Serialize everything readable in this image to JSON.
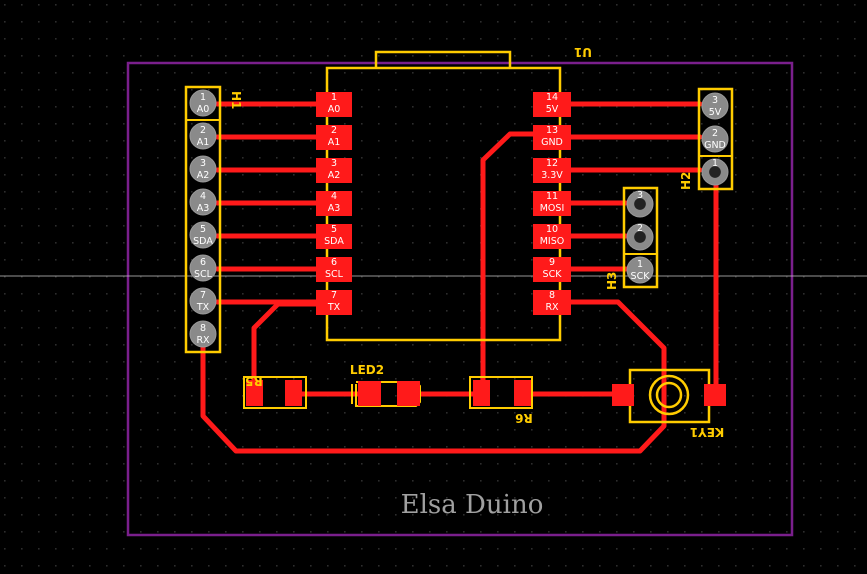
{
  "colors": {
    "background": "#000000",
    "grid_dot": "#2d2d2d",
    "outline": "#7a1f8c",
    "trace": "#ff1a1a",
    "silkscreen": "#ffcc00",
    "pad_text": "#ffffff",
    "title": "#a0a0a0",
    "crosshair": "#c8c8c8"
  },
  "board_title": "Elsa Duino",
  "u1": {
    "designator": "U1",
    "left_pins": [
      {
        "num": "1",
        "name": "A0"
      },
      {
        "num": "2",
        "name": "A1"
      },
      {
        "num": "3",
        "name": "A2"
      },
      {
        "num": "4",
        "name": "A3"
      },
      {
        "num": "5",
        "name": "SDA"
      },
      {
        "num": "6",
        "name": "SCL"
      },
      {
        "num": "7",
        "name": "TX"
      }
    ],
    "right_pins": [
      {
        "num": "14",
        "name": "5V"
      },
      {
        "num": "13",
        "name": "GND"
      },
      {
        "num": "12",
        "name": "3.3V"
      },
      {
        "num": "11",
        "name": "MOSI"
      },
      {
        "num": "10",
        "name": "MISO"
      },
      {
        "num": "9",
        "name": "SCK"
      },
      {
        "num": "8",
        "name": "RX"
      }
    ]
  },
  "h1": {
    "designator": "H1",
    "pins": [
      {
        "num": "1",
        "name": "A0"
      },
      {
        "num": "2",
        "name": "A1"
      },
      {
        "num": "3",
        "name": "A2"
      },
      {
        "num": "4",
        "name": "A3"
      },
      {
        "num": "5",
        "name": "SDA"
      },
      {
        "num": "6",
        "name": "SCL"
      },
      {
        "num": "7",
        "name": "TX"
      },
      {
        "num": "8",
        "name": "RX"
      }
    ]
  },
  "h2": {
    "designator": "H2",
    "pins": [
      {
        "num": "3",
        "name": "5V"
      },
      {
        "num": "2",
        "name": "GND"
      },
      {
        "num": "1",
        "name": ""
      }
    ]
  },
  "h3": {
    "designator": "H3",
    "pins": [
      {
        "num": "3",
        "name": ""
      },
      {
        "num": "2",
        "name": ""
      },
      {
        "num": "1",
        "name": "SCK"
      }
    ]
  },
  "parts": {
    "r5": "R5",
    "r6": "R6",
    "led2": "LED2",
    "key1": "KEY1"
  }
}
